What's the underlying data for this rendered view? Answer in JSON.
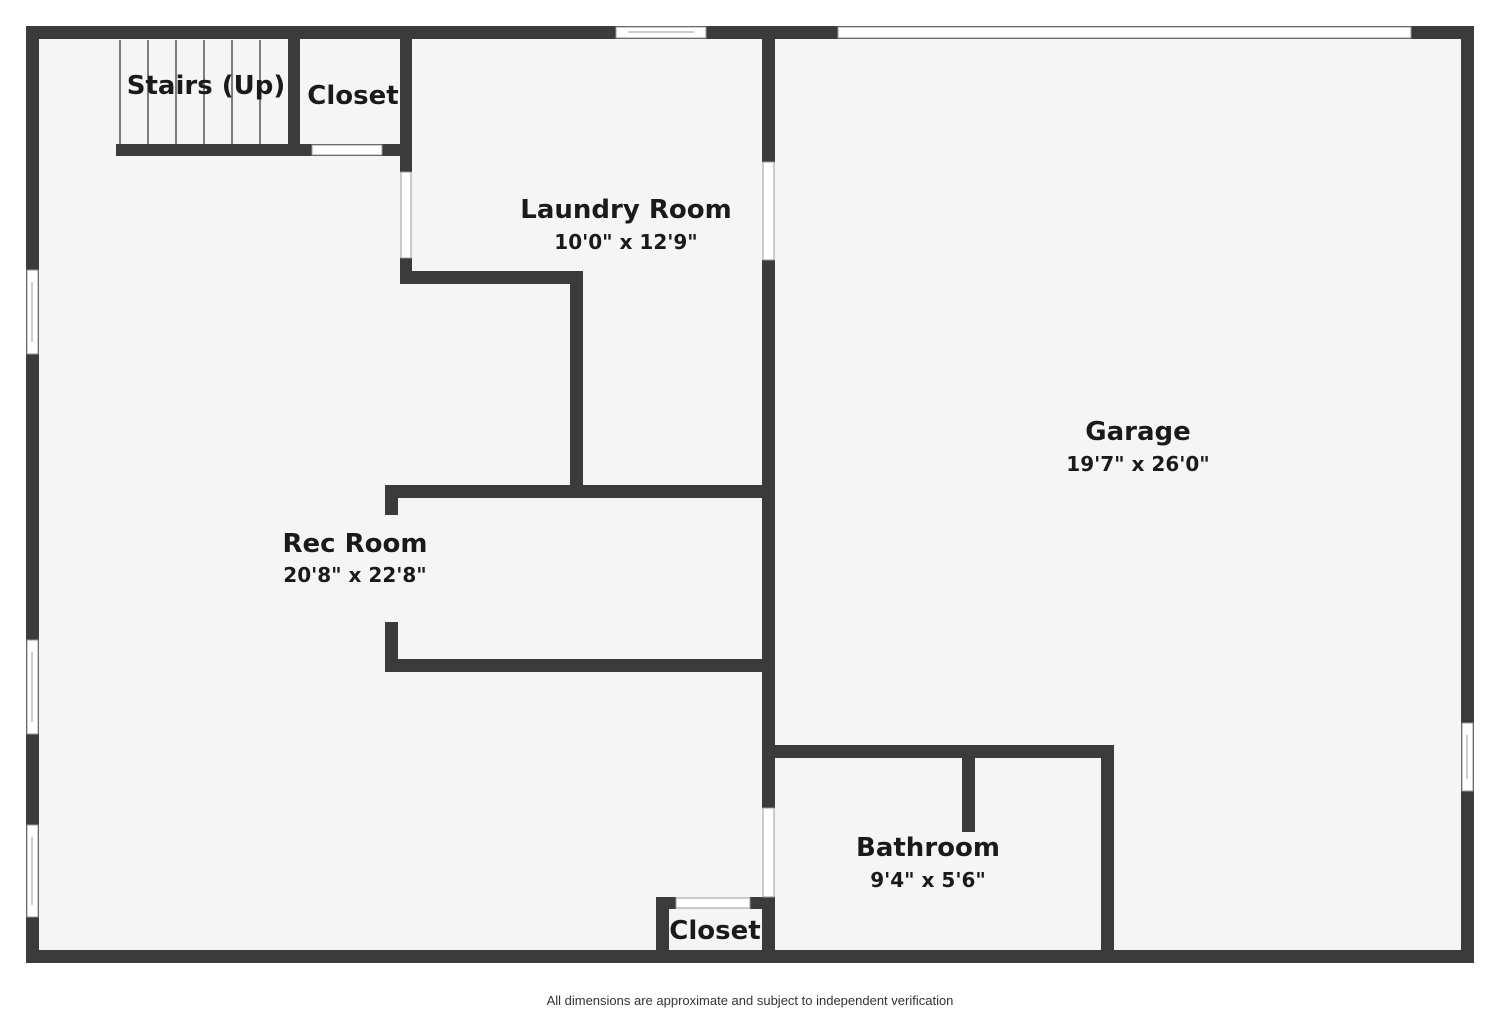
{
  "colors": {
    "wall": "#3b3b3b",
    "floor": "#f5f5f5",
    "opening": "#ffffff",
    "text": "#1a1a1a"
  },
  "rooms": {
    "stairs": {
      "name": "Stairs (Up)"
    },
    "closet_top": {
      "name": "Closet"
    },
    "laundry": {
      "name": "Laundry Room",
      "dims": "10'0\" x 12'9\""
    },
    "garage": {
      "name": "Garage",
      "dims": "19'7\" x 26'0\""
    },
    "rec": {
      "name": "Rec Room",
      "dims": "20'8\" x 22'8\""
    },
    "bathroom": {
      "name": "Bathroom",
      "dims": "9'4\" x 5'6\""
    },
    "closet_bottom": {
      "name": "Closet"
    }
  },
  "footer": {
    "note": "All dimensions are approximate and subject to independent verification"
  }
}
